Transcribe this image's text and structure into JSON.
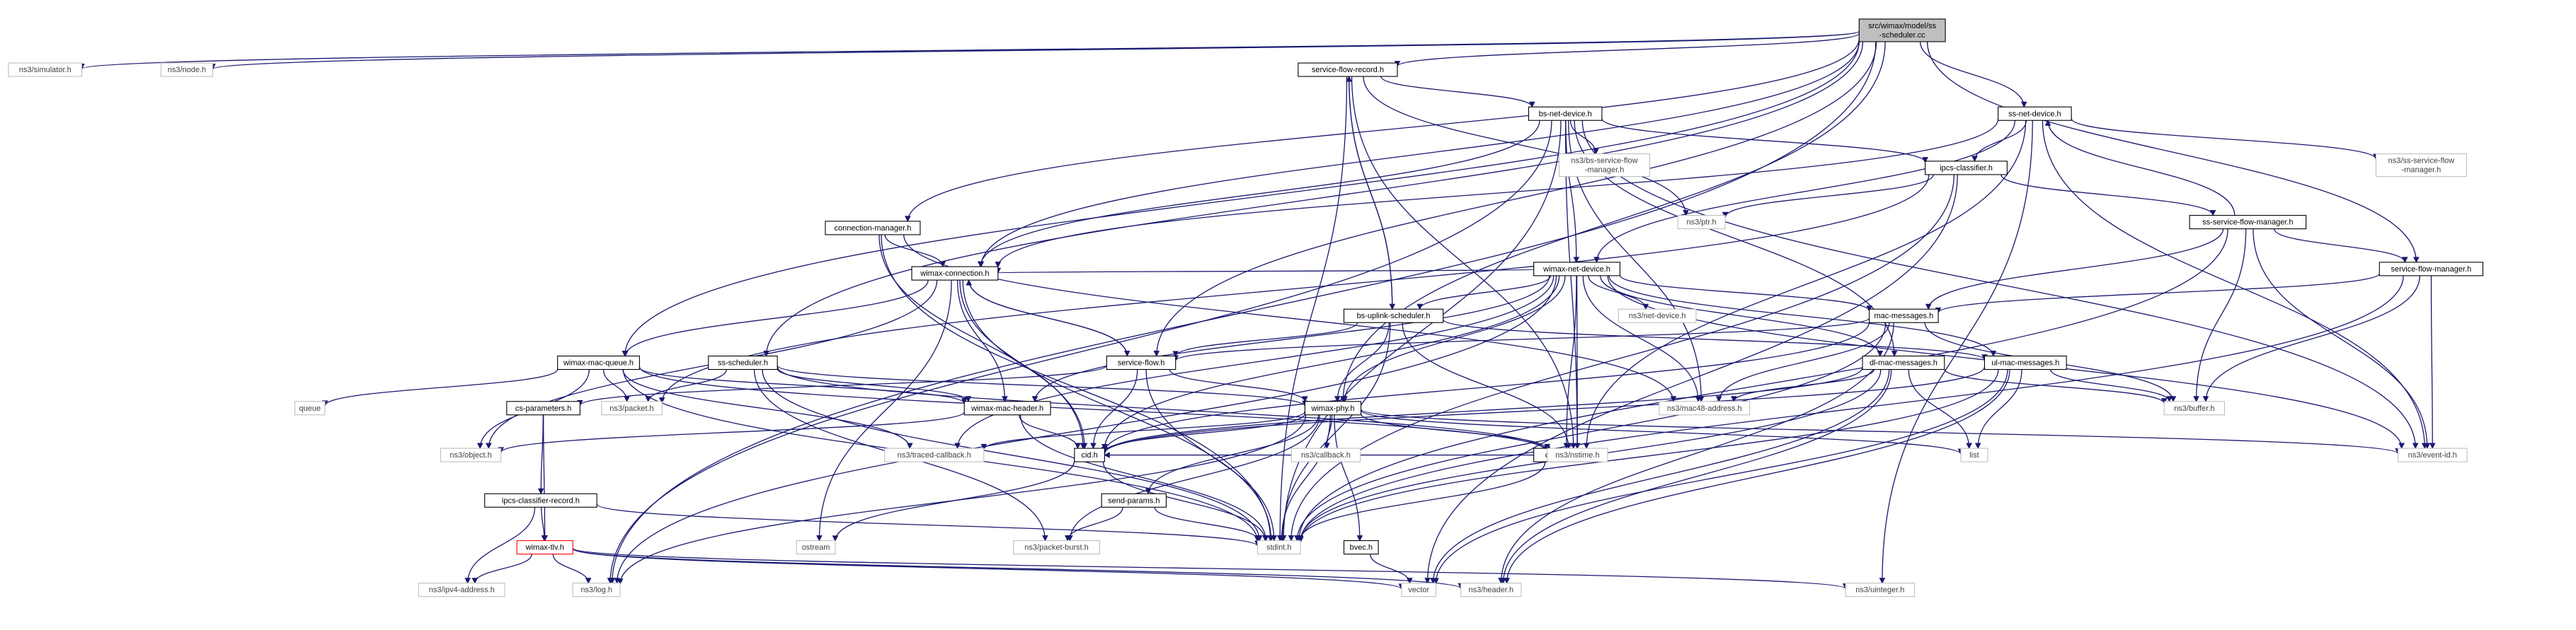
{
  "diagram": {
    "arrow_color": "#191970",
    "nodes": [
      {
        "id": "root",
        "lines": [
          "src/wimax/model/ss",
          "-scheduler.cc"
        ],
        "style": "root"
      },
      {
        "id": "simulator",
        "lines": [
          "ns3/simulator.h"
        ],
        "style": "ext"
      },
      {
        "id": "node",
        "lines": [
          "ns3/node.h"
        ],
        "style": "ext"
      },
      {
        "id": "sfrecord",
        "lines": [
          "service-flow-record.h"
        ],
        "style": "normal"
      },
      {
        "id": "ssnetdev",
        "lines": [
          "ss-net-device.h"
        ],
        "style": "normal"
      },
      {
        "id": "bsnetdev",
        "lines": [
          "bs-net-device.h"
        ],
        "style": "normal"
      },
      {
        "id": "bssfm",
        "lines": [
          "ns3/bs-service-flow",
          "-manager.h"
        ],
        "style": "ext"
      },
      {
        "id": "sssfm_ext",
        "lines": [
          "ns3/ss-service-flow",
          "-manager.h"
        ],
        "style": "ext"
      },
      {
        "id": "ipcscl",
        "lines": [
          "ipcs-classifier.h"
        ],
        "style": "normal"
      },
      {
        "id": "ptr",
        "lines": [
          "ns3/ptr.h"
        ],
        "style": "ext"
      },
      {
        "id": "sssfm",
        "lines": [
          "ss-service-flow-manager.h"
        ],
        "style": "normal"
      },
      {
        "id": "connmgr",
        "lines": [
          "connection-manager.h"
        ],
        "style": "normal"
      },
      {
        "id": "wimaxnetdev",
        "lines": [
          "wimax-net-device.h"
        ],
        "style": "normal"
      },
      {
        "id": "sfmanager",
        "lines": [
          "service-flow-manager.h"
        ],
        "style": "normal"
      },
      {
        "id": "wimaxconn",
        "lines": [
          "wimax-connection.h"
        ],
        "style": "normal"
      },
      {
        "id": "bsuplink",
        "lines": [
          "bs-uplink-scheduler.h"
        ],
        "style": "normal"
      },
      {
        "id": "netdevice",
        "lines": [
          "ns3/net-device.h"
        ],
        "style": "ext"
      },
      {
        "id": "macmsg",
        "lines": [
          "mac-messages.h"
        ],
        "style": "normal"
      },
      {
        "id": "wmacqueue",
        "lines": [
          "wimax-mac-queue.h"
        ],
        "style": "normal"
      },
      {
        "id": "ssscheduler",
        "lines": [
          "ss-scheduler.h"
        ],
        "style": "normal"
      },
      {
        "id": "serviceflow",
        "lines": [
          "service-flow.h"
        ],
        "style": "normal"
      },
      {
        "id": "dlmac",
        "lines": [
          "dl-mac-messages.h"
        ],
        "style": "normal"
      },
      {
        "id": "ulmac",
        "lines": [
          "ul-mac-messages.h"
        ],
        "style": "normal"
      },
      {
        "id": "queue",
        "lines": [
          "queue"
        ],
        "style": "ext"
      },
      {
        "id": "packet",
        "lines": [
          "ns3/packet.h"
        ],
        "style": "ext"
      },
      {
        "id": "wmacheader",
        "lines": [
          "wimax-mac-header.h"
        ],
        "style": "normal"
      },
      {
        "id": "wimaxphy",
        "lines": [
          "wimax-phy.h"
        ],
        "style": "normal"
      },
      {
        "id": "mac48",
        "lines": [
          "ns3/mac48-address.h"
        ],
        "style": "ext"
      },
      {
        "id": "buffer",
        "lines": [
          "ns3/buffer.h"
        ],
        "style": "ext"
      },
      {
        "id": "eventid",
        "lines": [
          "ns3/event-id.h"
        ],
        "style": "ext"
      },
      {
        "id": "csparams",
        "lines": [
          "cs-parameters.h"
        ],
        "style": "normal"
      },
      {
        "id": "cidfactory",
        "lines": [
          "cid-factory.h"
        ],
        "style": "normal"
      },
      {
        "id": "list",
        "lines": [
          "list"
        ],
        "style": "ext"
      },
      {
        "id": "object",
        "lines": [
          "ns3/object.h"
        ],
        "style": "ext"
      },
      {
        "id": "ipcsrec",
        "lines": [
          "ipcs-classifier-record.h"
        ],
        "style": "normal"
      },
      {
        "id": "traced",
        "lines": [
          "ns3/traced-callback.h"
        ],
        "style": "ext"
      },
      {
        "id": "cid",
        "lines": [
          "cid.h"
        ],
        "style": "normal"
      },
      {
        "id": "callback",
        "lines": [
          "ns3/callback.h"
        ],
        "style": "ext"
      },
      {
        "id": "sendparams",
        "lines": [
          "send-params.h"
        ],
        "style": "normal"
      },
      {
        "id": "nstime",
        "lines": [
          "ns3/nstime.h"
        ],
        "style": "ext"
      },
      {
        "id": "wimaxtlv",
        "lines": [
          "wimax-tlv.h"
        ],
        "style": "red"
      },
      {
        "id": "ostream",
        "lines": [
          "ostream"
        ],
        "style": "ext"
      },
      {
        "id": "packetburst",
        "lines": [
          "ns3/packet-burst.h"
        ],
        "style": "ext"
      },
      {
        "id": "stdint",
        "lines": [
          "stdint.h"
        ],
        "style": "ext"
      },
      {
        "id": "bvec",
        "lines": [
          "bvec.h"
        ],
        "style": "normal"
      },
      {
        "id": "ipv4",
        "lines": [
          "ns3/ipv4-address.h"
        ],
        "style": "ext"
      },
      {
        "id": "log",
        "lines": [
          "ns3/log.h"
        ],
        "style": "ext"
      },
      {
        "id": "vector",
        "lines": [
          "vector"
        ],
        "style": "ext"
      },
      {
        "id": "header",
        "lines": [
          "ns3/header.h"
        ],
        "style": "ext"
      },
      {
        "id": "uinteger",
        "lines": [
          "ns3/uinteger.h"
        ],
        "style": "ext"
      }
    ],
    "edges": [
      [
        "root",
        "simulator"
      ],
      [
        "root",
        "node"
      ],
      [
        "root",
        "sfrecord"
      ],
      [
        "root",
        "ssnetdev"
      ],
      [
        "root",
        "connmgr"
      ],
      [
        "root",
        "wimaxconn"
      ],
      [
        "root",
        "wmacqueue"
      ],
      [
        "root",
        "ssscheduler"
      ],
      [
        "root",
        "serviceflow"
      ],
      [
        "root",
        "wimaxphy"
      ],
      [
        "root",
        "sfmanager"
      ],
      [
        "root",
        "log"
      ],
      [
        "sfrecord",
        "bsnetdev"
      ],
      [
        "sfrecord",
        "bsuplink"
      ],
      [
        "sfrecord",
        "nstime"
      ],
      [
        "sfrecord",
        "ptr"
      ],
      [
        "sfrecord",
        "stdint"
      ],
      [
        "bsnetdev",
        "bssfm"
      ],
      [
        "bsnetdev",
        "ipcscl"
      ],
      [
        "bsnetdev",
        "wimaxnetdev"
      ],
      [
        "bsnetdev",
        "dlmac"
      ],
      [
        "bsnetdev",
        "mac48"
      ],
      [
        "bsnetdev",
        "nstime"
      ],
      [
        "bsnetdev",
        "wimaxconn"
      ],
      [
        "bsnetdev",
        "log"
      ],
      [
        "bsnetdev",
        "stdint"
      ],
      [
        "bsnetdev",
        "eventid"
      ],
      [
        "ssnetdev",
        "sssfm_ext"
      ],
      [
        "ssnetdev",
        "ipcscl"
      ],
      [
        "ssnetdev",
        "wimaxnetdev"
      ],
      [
        "ssnetdev",
        "eventid"
      ],
      [
        "ssnetdev",
        "nstime"
      ],
      [
        "ssnetdev",
        "uinteger"
      ],
      [
        "ssnetdev",
        "wimaxconn"
      ],
      [
        "ipcscl",
        "ptr"
      ],
      [
        "ipcscl",
        "sssfm"
      ],
      [
        "ipcscl",
        "stdint"
      ],
      [
        "ipcscl",
        "packet"
      ],
      [
        "ipcscl",
        "vector"
      ],
      [
        "sssfm",
        "ssnetdev"
      ],
      [
        "sssfm",
        "sfmanager"
      ],
      [
        "sssfm",
        "macmsg"
      ],
      [
        "sssfm",
        "buffer"
      ],
      [
        "sssfm",
        "eventid"
      ],
      [
        "sssfm",
        "stdint"
      ],
      [
        "sfmanager",
        "macmsg"
      ],
      [
        "sfmanager",
        "buffer"
      ],
      [
        "sfmanager",
        "eventid"
      ],
      [
        "sfmanager",
        "stdint"
      ],
      [
        "connmgr",
        "wimaxconn"
      ],
      [
        "connmgr",
        "cid"
      ],
      [
        "connmgr",
        "mac48"
      ],
      [
        "connmgr",
        "stdint"
      ],
      [
        "wimaxnetdev",
        "netdevice"
      ],
      [
        "wimaxnetdev",
        "macmsg"
      ],
      [
        "wimaxnetdev",
        "dlmac"
      ],
      [
        "wimaxnetdev",
        "ulmac"
      ],
      [
        "wimaxnetdev",
        "cidfactory"
      ],
      [
        "wimaxnetdev",
        "mac48"
      ],
      [
        "wimaxnetdev",
        "nstime"
      ],
      [
        "wimaxnetdev",
        "wimaxphy"
      ],
      [
        "wimaxnetdev",
        "eventid"
      ],
      [
        "wimaxnetdev",
        "wimaxconn"
      ],
      [
        "wimaxnetdev",
        "bsuplink"
      ],
      [
        "wimaxnetdev",
        "traced"
      ],
      [
        "wimaxnetdev",
        "wmacheader"
      ],
      [
        "wimaxnetdev",
        "cid"
      ],
      [
        "wimaxnetdev",
        "log"
      ],
      [
        "wimaxconn",
        "wmacqueue"
      ],
      [
        "wimaxconn",
        "serviceflow"
      ],
      [
        "wimaxconn",
        "wmacheader"
      ],
      [
        "wimaxconn",
        "cid"
      ],
      [
        "wimaxconn",
        "object"
      ],
      [
        "wimaxconn",
        "stdint"
      ],
      [
        "wimaxconn",
        "ostream"
      ],
      [
        "bsuplink",
        "serviceflow"
      ],
      [
        "bsuplink",
        "wimaxphy"
      ],
      [
        "bsuplink",
        "ulmac"
      ],
      [
        "bsuplink",
        "nstime"
      ],
      [
        "bsuplink",
        "stdint"
      ],
      [
        "bsuplink",
        "sfrecord"
      ],
      [
        "macmsg",
        "serviceflow"
      ],
      [
        "macmsg",
        "buffer"
      ],
      [
        "macmsg",
        "mac48"
      ],
      [
        "macmsg",
        "cid"
      ],
      [
        "macmsg",
        "stdint"
      ],
      [
        "macmsg",
        "header"
      ],
      [
        "wmacqueue",
        "queue"
      ],
      [
        "wmacqueue",
        "packet"
      ],
      [
        "wmacqueue",
        "wmacheader"
      ],
      [
        "wmacqueue",
        "object"
      ],
      [
        "wmacqueue",
        "traced"
      ],
      [
        "wmacqueue",
        "nstime"
      ],
      [
        "wmacqueue",
        "stdint"
      ],
      [
        "ssscheduler",
        "packet"
      ],
      [
        "ssscheduler",
        "wmacheader"
      ],
      [
        "ssscheduler",
        "wimaxphy"
      ],
      [
        "ssscheduler",
        "packetburst"
      ],
      [
        "ssscheduler",
        "stdint"
      ],
      [
        "ssscheduler",
        "nstime"
      ],
      [
        "serviceflow",
        "wimaxconn"
      ],
      [
        "serviceflow",
        "csparams"
      ],
      [
        "serviceflow",
        "cid"
      ],
      [
        "serviceflow",
        "wimaxphy"
      ],
      [
        "serviceflow",
        "stdint"
      ],
      [
        "dlmac",
        "mac48"
      ],
      [
        "dlmac",
        "list"
      ],
      [
        "dlmac",
        "vector"
      ],
      [
        "dlmac",
        "header"
      ],
      [
        "dlmac",
        "stdint"
      ],
      [
        "dlmac",
        "buffer"
      ],
      [
        "dlmac",
        "cid"
      ],
      [
        "ulmac",
        "buffer"
      ],
      [
        "ulmac",
        "list"
      ],
      [
        "ulmac",
        "vector"
      ],
      [
        "ulmac",
        "header"
      ],
      [
        "ulmac",
        "stdint"
      ],
      [
        "ulmac",
        "cid"
      ],
      [
        "wmacheader",
        "cid"
      ],
      [
        "wmacheader",
        "object"
      ],
      [
        "wmacheader",
        "stdint"
      ],
      [
        "wimaxphy",
        "cid"
      ],
      [
        "wimaxphy",
        "callback"
      ],
      [
        "wimaxphy",
        "traced"
      ],
      [
        "wimaxphy",
        "nstime"
      ],
      [
        "wimaxphy",
        "sendparams"
      ],
      [
        "wimaxphy",
        "bvec"
      ],
      [
        "wimaxphy",
        "stdint"
      ],
      [
        "wimaxphy",
        "eventid"
      ],
      [
        "wimaxphy",
        "list"
      ],
      [
        "wimaxphy",
        "log"
      ],
      [
        "wimaxphy",
        "packetburst"
      ],
      [
        "csparams",
        "ipcsrec"
      ],
      [
        "csparams",
        "wimaxtlv"
      ],
      [
        "cidfactory",
        "cid"
      ],
      [
        "cidfactory",
        "stdint"
      ],
      [
        "ipcsrec",
        "wimaxtlv"
      ],
      [
        "ipcsrec",
        "ipv4"
      ],
      [
        "ipcsrec",
        "stdint"
      ],
      [
        "cid",
        "stdint"
      ],
      [
        "cid",
        "ostream"
      ],
      [
        "sendparams",
        "stdint"
      ],
      [
        "sendparams",
        "packetburst"
      ],
      [
        "wimaxtlv",
        "log"
      ],
      [
        "wimaxtlv",
        "ipv4"
      ],
      [
        "wimaxtlv",
        "vector"
      ],
      [
        "wimaxtlv",
        "header"
      ],
      [
        "wimaxtlv",
        "uinteger"
      ],
      [
        "bvec",
        "vector"
      ]
    ]
  }
}
